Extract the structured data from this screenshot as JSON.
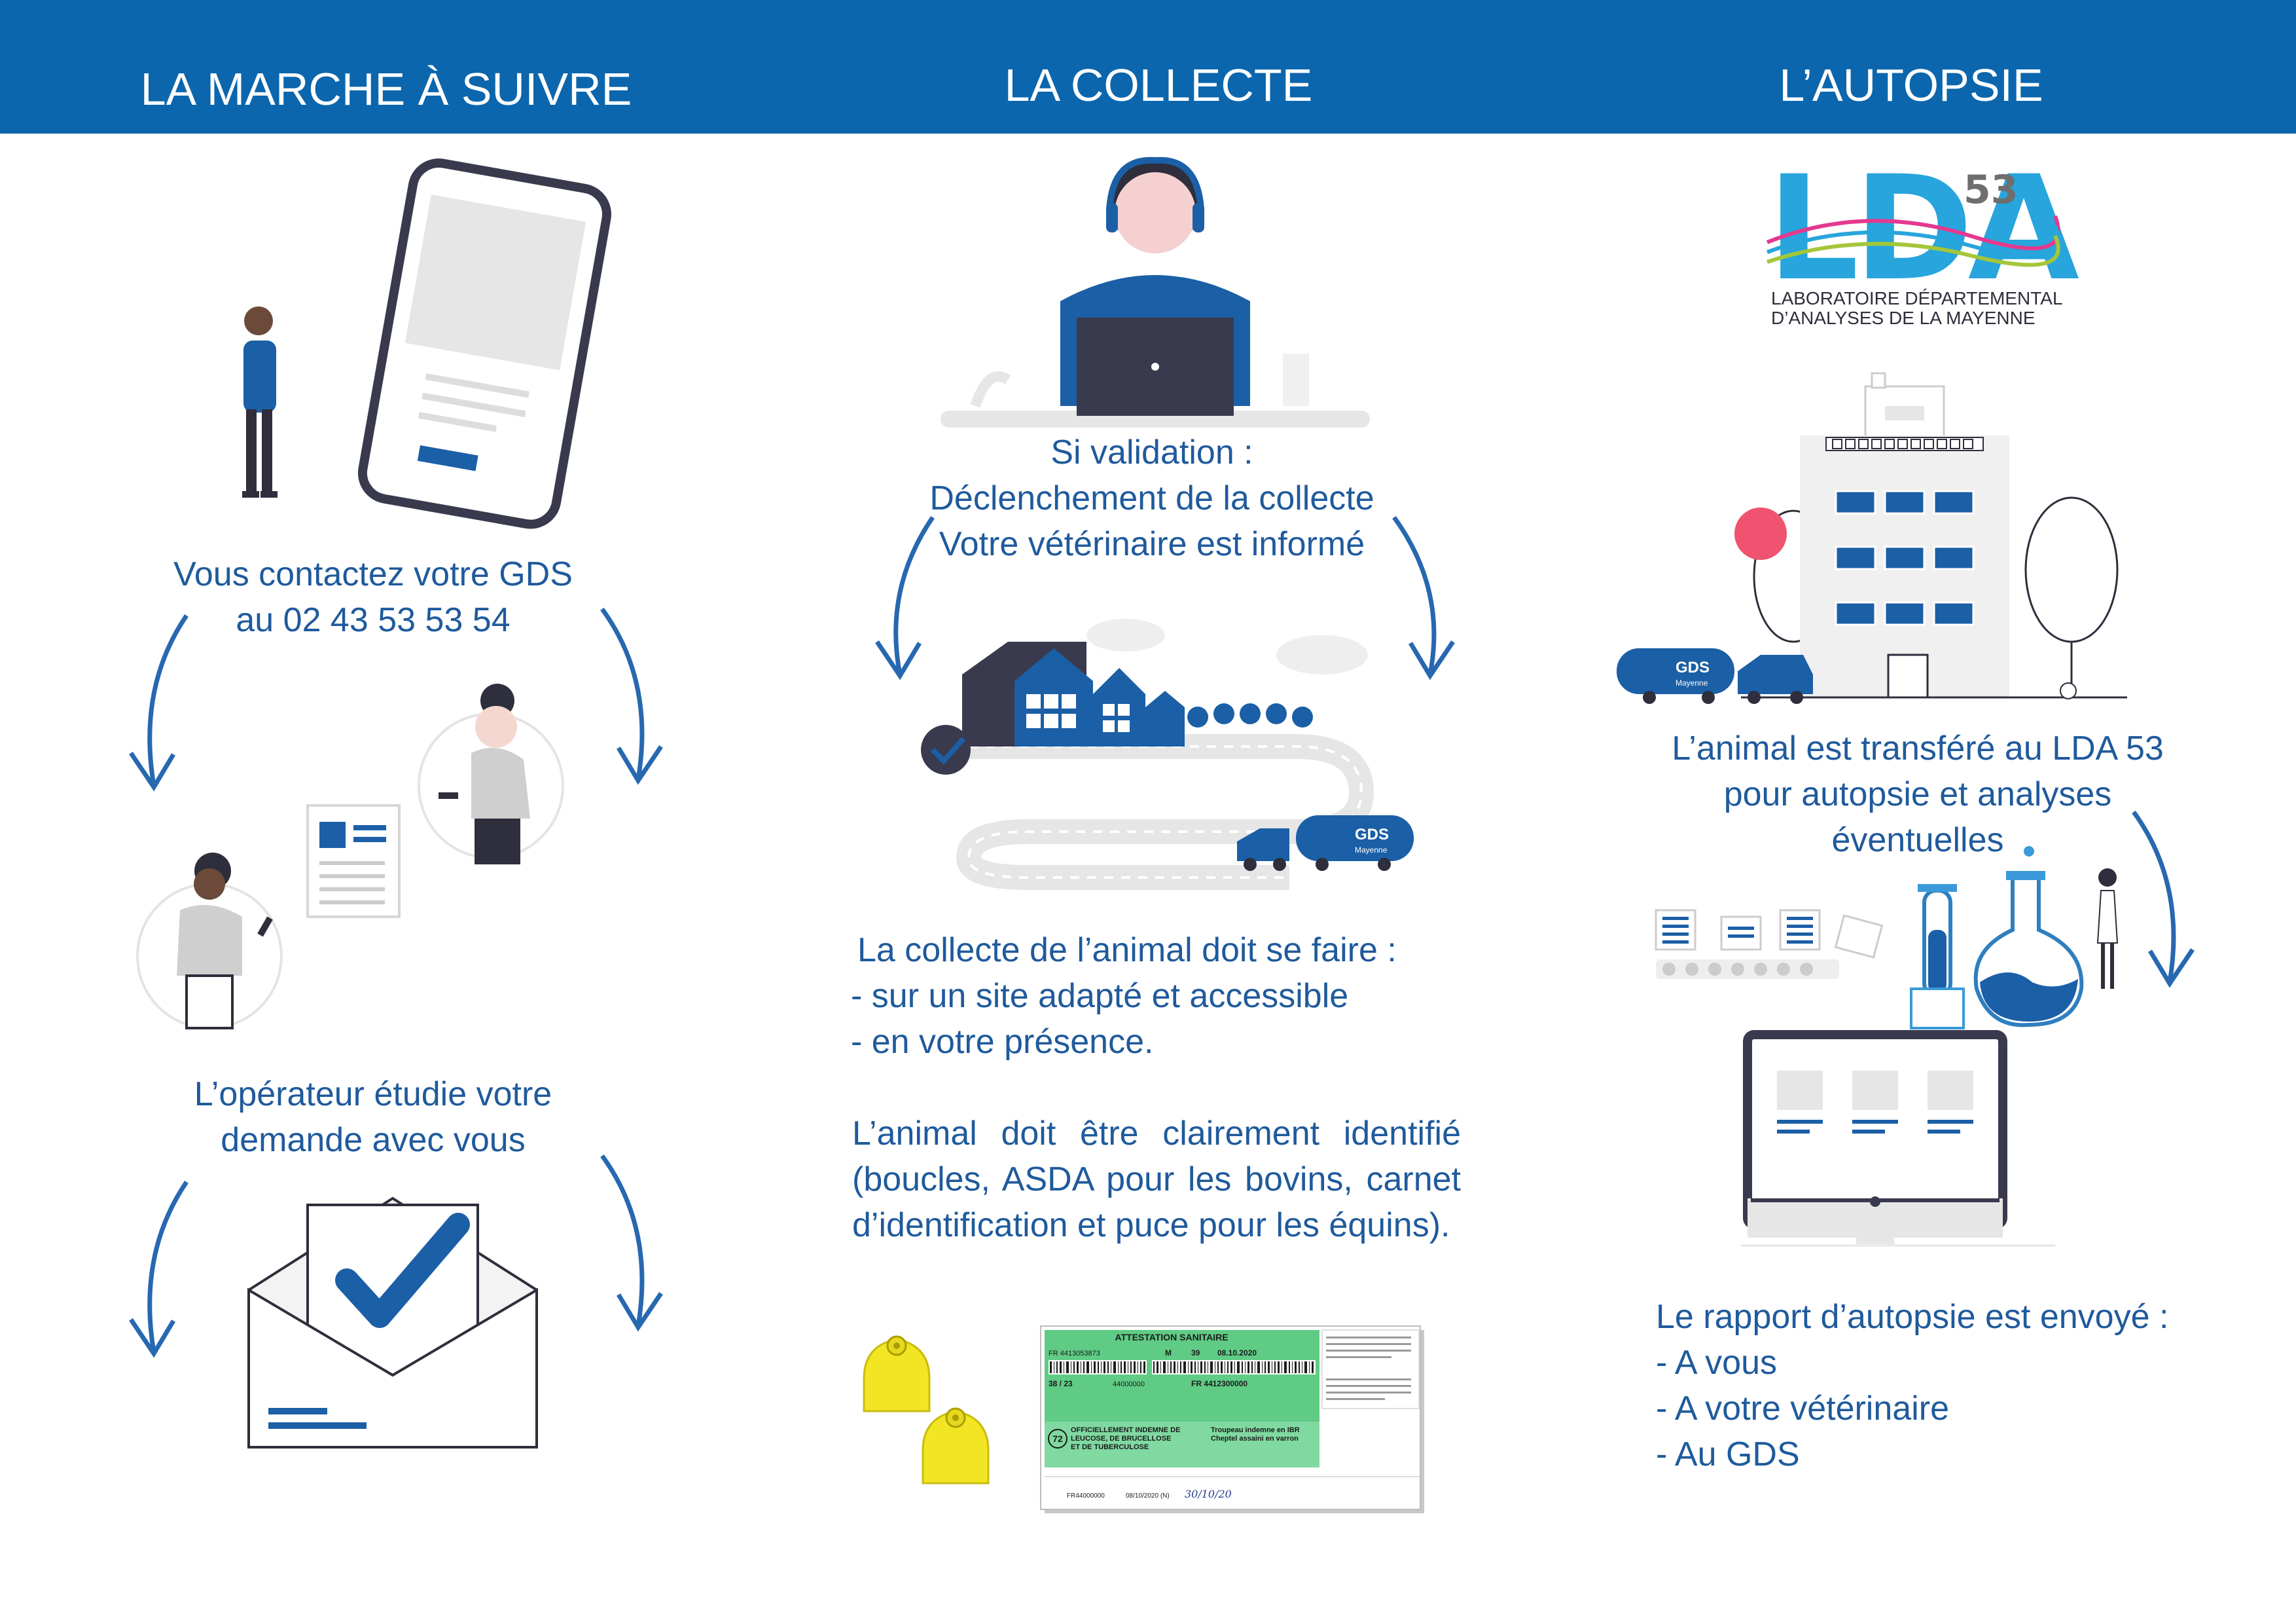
{
  "header": {
    "col1_title": "LA MARCHE À SUIVRE",
    "col2_title": "LA COLLECTE",
    "col3_title": "L’AUTOPSIE",
    "bg_color": "#0b66ad"
  },
  "col1": {
    "contact_line1": "Vous contactez votre GDS",
    "contact_line2": "au 02 43 53 53 54",
    "operator_line1": "L’opérateur étudie votre",
    "operator_line2": "demande avec vous"
  },
  "col2": {
    "validation_line1": "Si validation :",
    "validation_line2": "Déclenchement de la collecte",
    "validation_line3": "Votre vétérinaire est informé",
    "collect_intro": "La collecte de l’animal doit se faire :",
    "collect_item1": "- sur un site adapté et accessible",
    "collect_item2": "- en votre présence.",
    "identify_text": "L’animal doit être clairement identifié (boucles, ASDA pour les bovins, carnet d’identification et puce pour les équins).",
    "van_label": "GDS",
    "van_sub": "Mayenne",
    "certificate": {
      "title": "ATTESTATION SANITAIRE",
      "id1": "FR 4413053873",
      "id2": "M",
      "id3": "39",
      "date": "08.10.2020",
      "code1": "38 / 23",
      "code2": "44000000",
      "code3": "FR 4412300000",
      "box_num": "72",
      "status1": "OFFICIELLEMENT INDEMNE DE",
      "status2": "LEUCOSE, DE BRUCELLOSE",
      "status3": "ET DE TUBERCULOSE",
      "status4": "Troupeau indemne en IBR",
      "status5": "Cheptel assaini en varron",
      "row_label": "FR44000000",
      "row_date": "08/10/2020 (N)",
      "handwritten": "30/10/20"
    }
  },
  "col3": {
    "logo_text": "LDA",
    "logo_number": "53",
    "logo_line1": "LABORATOIRE DÉPARTEMENTAL",
    "logo_line2": "D’ANALYSES DE LA MAYENNE",
    "transfer_line1": "L’animal est transféré au LDA 53",
    "transfer_line2": "pour autopsie et analyses",
    "transfer_line3": "éventuelles",
    "van_label": "GDS",
    "van_sub": "Mayenne",
    "report_intro": "Le rapport d’autopsie est envoyé :",
    "report_item1": "- A vous",
    "report_item2": "- A votre vétérinaire",
    "report_item3": "- Au GDS"
  }
}
